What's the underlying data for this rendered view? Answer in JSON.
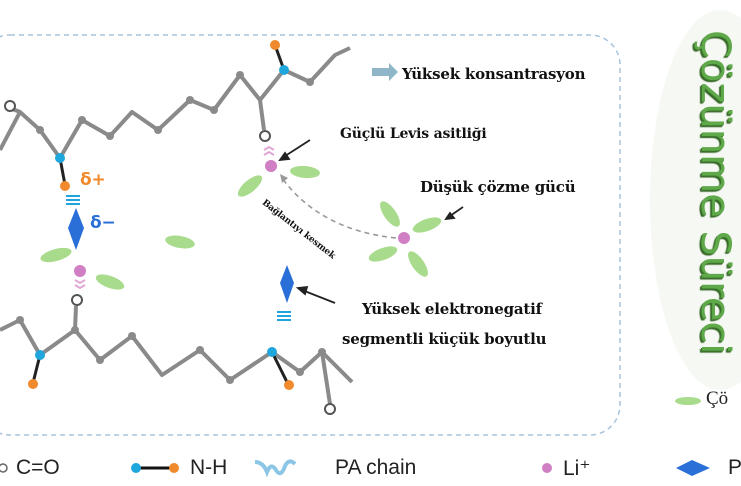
{
  "title": "Çözünme Süreci",
  "labels": {
    "high_concentration": "Yüksek konsantrasyon",
    "strong_lewis": "Güçlü Levis asitliği",
    "low_solvation": "Düşük çözme gücü",
    "break_bond": "Bağlantıyı kesmek",
    "electroneg_line1": "Yüksek elektronegatif",
    "electroneg_line2": "segmentli küçük boyutlu",
    "delta_plus": "δ+",
    "delta_minus": "δ−"
  },
  "legend": {
    "co": "C=O",
    "nh": "N-H",
    "pa_chain": "PA chain",
    "li": "Li⁺",
    "p_partial": "P",
    "solvent_partial": "Çö"
  },
  "colors": {
    "chain": "#8a8a8a",
    "nitrogen": "#1fa6dc",
    "hydrogen": "#f08a2c",
    "li": "#d17fc4",
    "anion": "#2a6fd8",
    "solvent": "#a8dc8c",
    "title": "#5fa94a"
  }
}
